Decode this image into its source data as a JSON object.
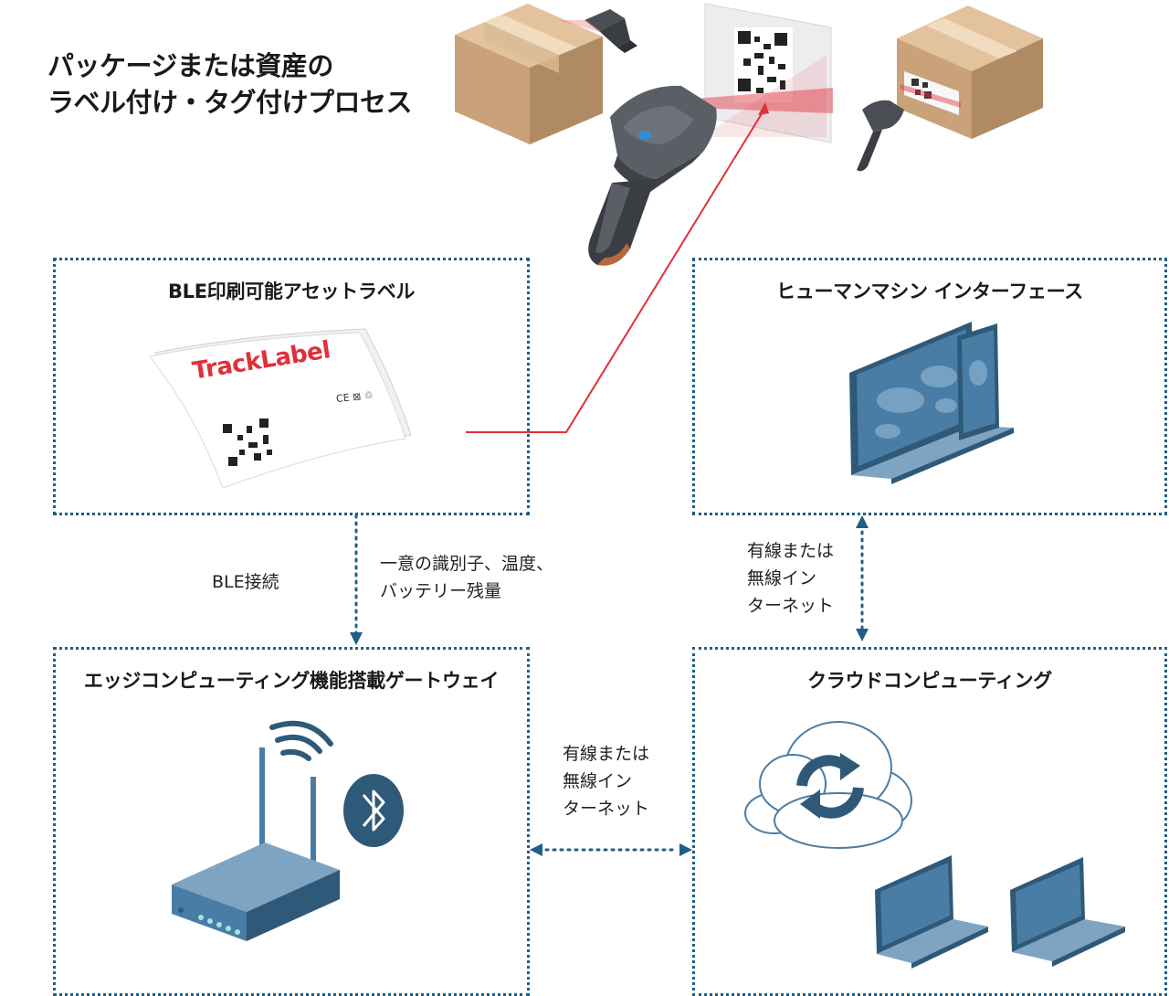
{
  "title": {
    "line1": "パッケージまたは資産の",
    "line2": "ラベル付け・タグ付けプロセス"
  },
  "boxes": {
    "ble_label": "BLE印刷可能アセットラベル",
    "hmi": "ヒューマンマシン インターフェース",
    "edge_gateway": "エッジコンピューティング機能搭載ゲートウェイ",
    "cloud": "クラウドコンピューティング"
  },
  "label_card": {
    "brand": "TrackLabel",
    "marks": "CE ⊠ ♲"
  },
  "connections": {
    "ble_connection": "BLE接続",
    "ble_data": {
      "line1": "一意の識別子、温度、",
      "line2": "バッテリー残量"
    },
    "hmi_cloud": {
      "line1": "有線または",
      "line2": "無線イン",
      "line3": "ターネット"
    },
    "gateway_cloud": {
      "line1": "有線または",
      "line2": "無線イン",
      "line3": "ターネット"
    }
  },
  "colors": {
    "border": "#1f5f86",
    "laser": "#e0303a",
    "device_blue": "#4a7da6",
    "cardboard": "#c9a27a"
  },
  "icons": {
    "scanner": "barcode-scanner-icon",
    "box": "cardboard-box-icon",
    "laptop": "laptop-icon",
    "tablet": "tablet-icon",
    "router": "router-icon",
    "bluetooth": "bluetooth-icon",
    "cloud": "cloud-sync-icon",
    "wifi": "wifi-icon"
  }
}
